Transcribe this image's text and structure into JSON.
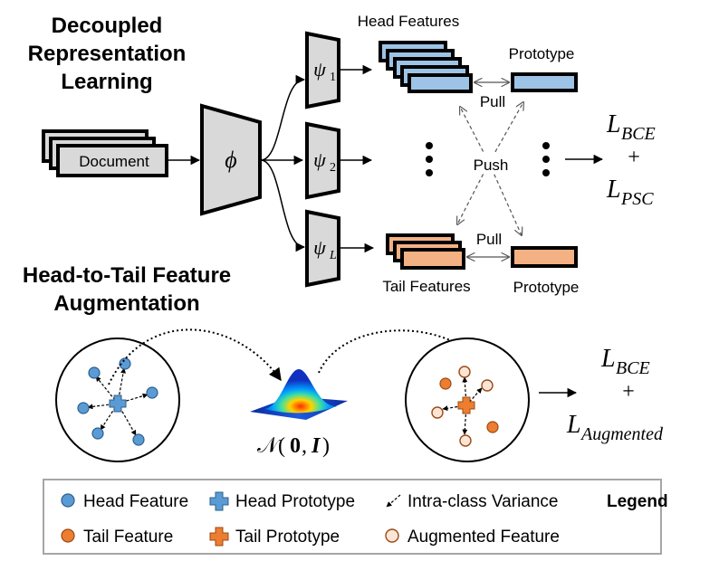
{
  "sections": {
    "decoupled_title": [
      "Decoupled",
      "Representation",
      "Learning"
    ],
    "augmentation_title": [
      "Head-to-Tail Feature",
      "Augmentation"
    ]
  },
  "pipeline": {
    "input_label": "Document",
    "encoder_symbol": "ϕ",
    "heads": [
      {
        "base": "ψ",
        "sub": "1"
      },
      {
        "base": "ψ",
        "sub": "2"
      },
      {
        "base": "ψ",
        "sub": "L"
      }
    ],
    "head_features_label": "Head Features",
    "tail_features_label": "Tail Features",
    "prototype_label": "Prototype",
    "pull_label": "Pull",
    "push_label": "Push"
  },
  "losses": {
    "top": {
      "term1": "L",
      "sub1": "BCE",
      "plus": "+",
      "term2": "L",
      "sub2": "PSC"
    },
    "bottom": {
      "term1": "L",
      "sub1": "BCE",
      "plus": "+",
      "term2": "L",
      "sub2": "Augmented"
    }
  },
  "distribution": {
    "label_prefix": "𝒩(",
    "mean": "0",
    "sep": ",",
    "cov": "I",
    "label_suffix": ")"
  },
  "legend": {
    "title": "Legend",
    "items": [
      {
        "label": "Head Feature",
        "icon": "blue-circle"
      },
      {
        "label": "Head Prototype",
        "icon": "blue-cross"
      },
      {
        "label": "Intra-class Variance",
        "icon": "dashed-arrow"
      },
      {
        "label": "Tail Feature",
        "icon": "orange-circle"
      },
      {
        "label": "Tail Prototype",
        "icon": "orange-cross"
      },
      {
        "label": "Augmented Feature",
        "icon": "pale-circle"
      }
    ]
  },
  "colors": {
    "head_fill": "#9dc3e6",
    "tail_fill": "#f4b183",
    "head_point": "#5b9bd5",
    "tail_point": "#ed7d31",
    "augmented_point": "#fbe5d6",
    "box_gray": "#d9d9d9"
  }
}
